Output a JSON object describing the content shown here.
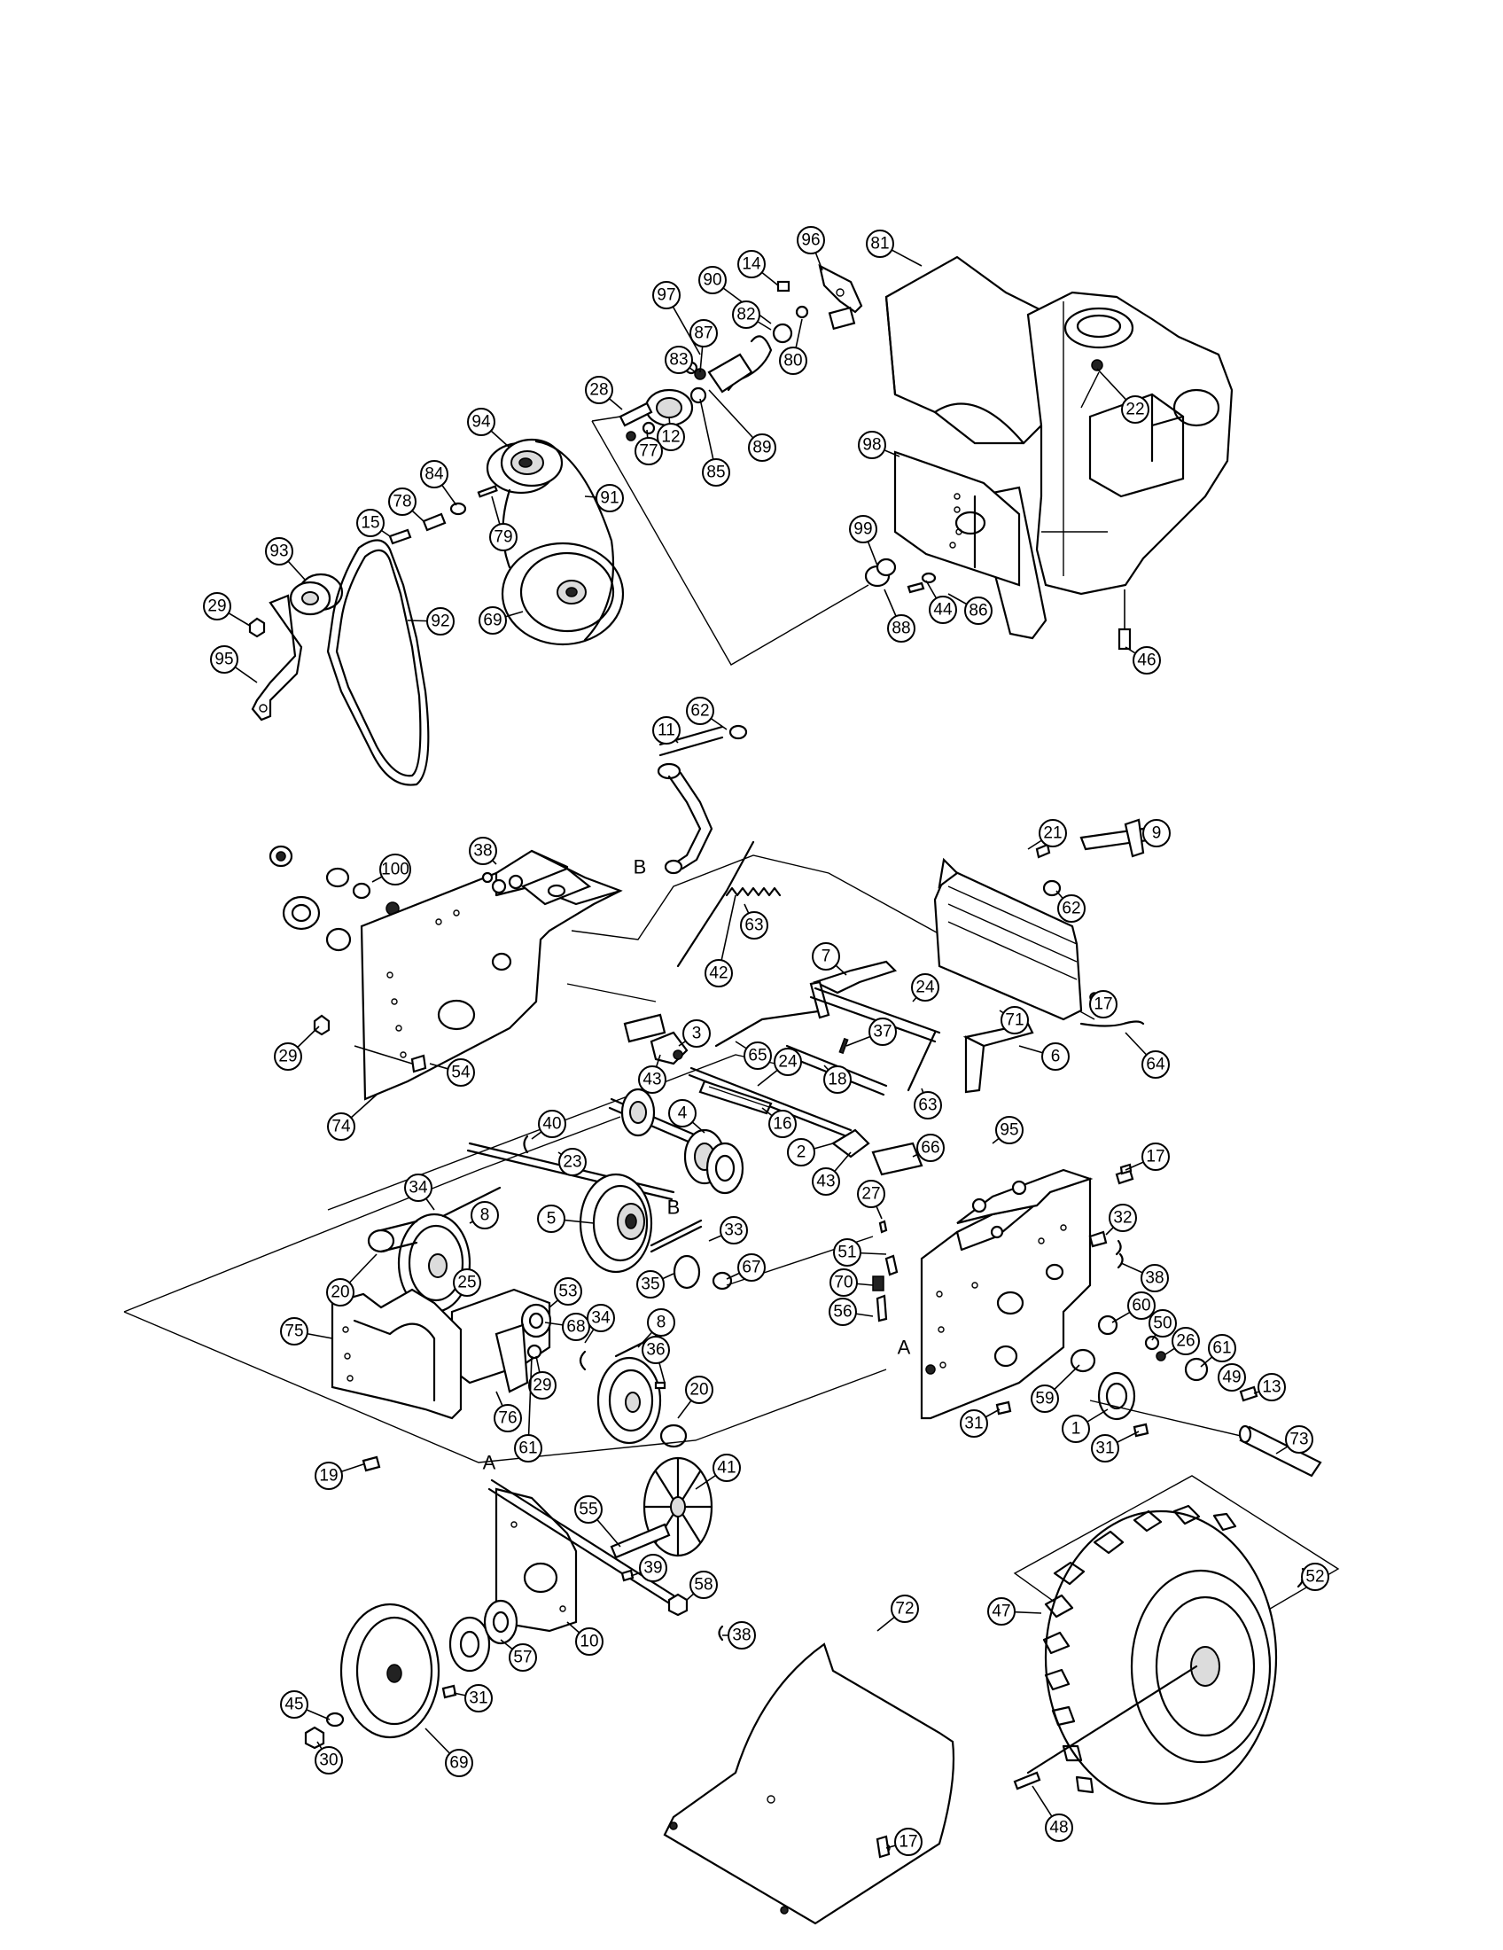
{
  "callouts": [
    {
      "label": "96"
    },
    {
      "label": "81"
    },
    {
      "label": "14"
    },
    {
      "label": "97"
    },
    {
      "label": "90"
    },
    {
      "label": "82"
    },
    {
      "label": "87"
    },
    {
      "label": "83"
    },
    {
      "label": "80"
    },
    {
      "label": "22"
    },
    {
      "label": "28"
    },
    {
      "label": "12"
    },
    {
      "label": "89"
    },
    {
      "label": "77"
    },
    {
      "label": "85"
    },
    {
      "label": "94"
    },
    {
      "label": "84"
    },
    {
      "label": "78"
    },
    {
      "label": "79"
    },
    {
      "label": "91"
    },
    {
      "label": "98"
    },
    {
      "label": "15"
    },
    {
      "label": "93"
    },
    {
      "label": "99"
    },
    {
      "label": "44"
    },
    {
      "label": "86"
    },
    {
      "label": "29"
    },
    {
      "label": "92"
    },
    {
      "label": "69"
    },
    {
      "label": "88"
    },
    {
      "label": "95"
    },
    {
      "label": "46"
    },
    {
      "label": "62"
    },
    {
      "label": "11"
    },
    {
      "label": "21"
    },
    {
      "label": "9"
    },
    {
      "label": "38"
    },
    {
      "label": "100"
    },
    {
      "label": "63"
    },
    {
      "label": "62"
    },
    {
      "label": "7"
    },
    {
      "label": "17"
    },
    {
      "label": "42"
    },
    {
      "label": "24"
    },
    {
      "label": "71"
    },
    {
      "label": "3"
    },
    {
      "label": "65"
    },
    {
      "label": "37"
    },
    {
      "label": "29"
    },
    {
      "label": "6"
    },
    {
      "label": "64"
    },
    {
      "label": "54"
    },
    {
      "label": "43"
    },
    {
      "label": "24"
    },
    {
      "label": "18"
    },
    {
      "label": "63"
    },
    {
      "label": "74"
    },
    {
      "label": "40"
    },
    {
      "label": "4"
    },
    {
      "label": "16"
    },
    {
      "label": "95"
    },
    {
      "label": "23"
    },
    {
      "label": "2"
    },
    {
      "label": "66"
    },
    {
      "label": "17"
    },
    {
      "label": "43"
    },
    {
      "label": "27"
    },
    {
      "label": "34"
    },
    {
      "label": "8"
    },
    {
      "label": "5"
    },
    {
      "label": "33"
    },
    {
      "label": "32"
    },
    {
      "label": "25"
    },
    {
      "label": "20"
    },
    {
      "label": "51"
    },
    {
      "label": "67"
    },
    {
      "label": "35"
    },
    {
      "label": "38"
    },
    {
      "label": "70"
    },
    {
      "label": "53"
    },
    {
      "label": "68"
    },
    {
      "label": "56"
    },
    {
      "label": "60"
    },
    {
      "label": "50"
    },
    {
      "label": "34"
    },
    {
      "label": "8"
    },
    {
      "label": "75"
    },
    {
      "label": "26"
    },
    {
      "label": "61"
    },
    {
      "label": "36"
    },
    {
      "label": "49"
    },
    {
      "label": "13"
    },
    {
      "label": "29"
    },
    {
      "label": "20"
    },
    {
      "label": "59"
    },
    {
      "label": "76"
    },
    {
      "label": "61"
    },
    {
      "label": "31"
    },
    {
      "label": "1"
    },
    {
      "label": "31"
    },
    {
      "label": "73"
    },
    {
      "label": "19"
    },
    {
      "label": "41"
    },
    {
      "label": "55"
    },
    {
      "label": "39"
    },
    {
      "label": "58"
    },
    {
      "label": "52"
    },
    {
      "label": "38"
    },
    {
      "label": "72"
    },
    {
      "label": "47"
    },
    {
      "label": "10"
    },
    {
      "label": "57"
    },
    {
      "label": "45"
    },
    {
      "label": "31"
    },
    {
      "label": "30"
    },
    {
      "label": "69"
    },
    {
      "label": "17"
    },
    {
      "label": "48"
    }
  ],
  "reference_letters": [
    "B",
    "B",
    "A",
    "A"
  ]
}
